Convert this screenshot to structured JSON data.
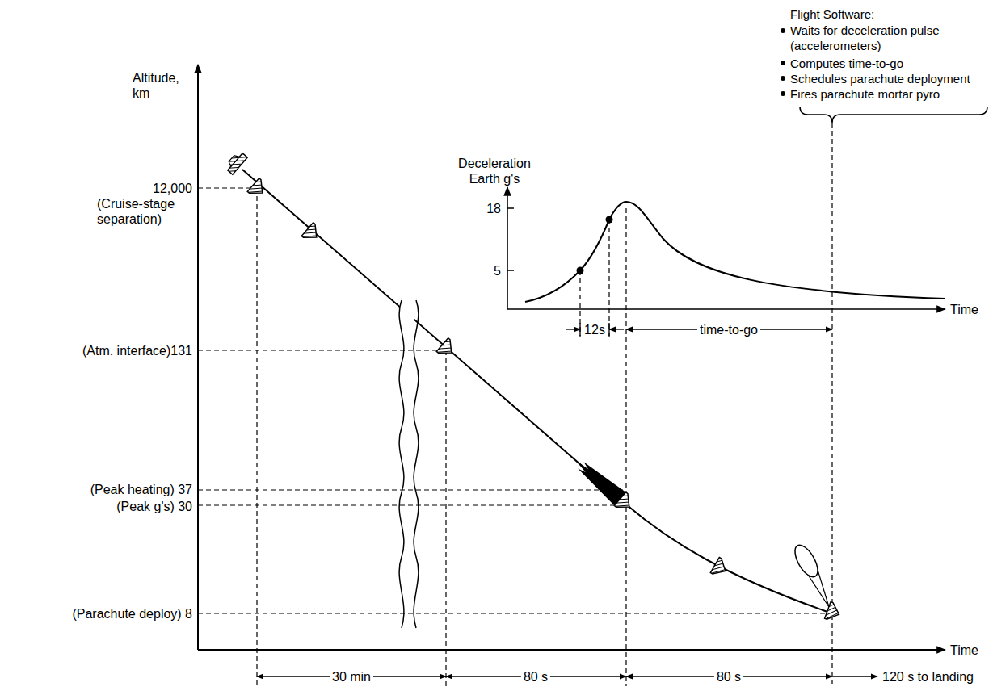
{
  "diagram": {
    "labels": [
      "Flight Software:",
      "Waits for deceleration pulse (accelerometers)",
      "Computes time-to-go",
      "Schedules parachute deployment",
      "Fires parachute mortar pyro",
      "Deceleration Earth g's",
      "18",
      "5",
      "Time",
      "12s",
      "time-to-go",
      "Altitude, km",
      "12,000",
      "(Cruise-stage separation)",
      "(Atm. interface)131",
      "(Peak heating) 37",
      "(Peak g's) 30",
      "(Parachute deploy) 8",
      "Time",
      "30 min",
      "80 s",
      "80 s",
      "120 s to landing"
    ]
  }
}
